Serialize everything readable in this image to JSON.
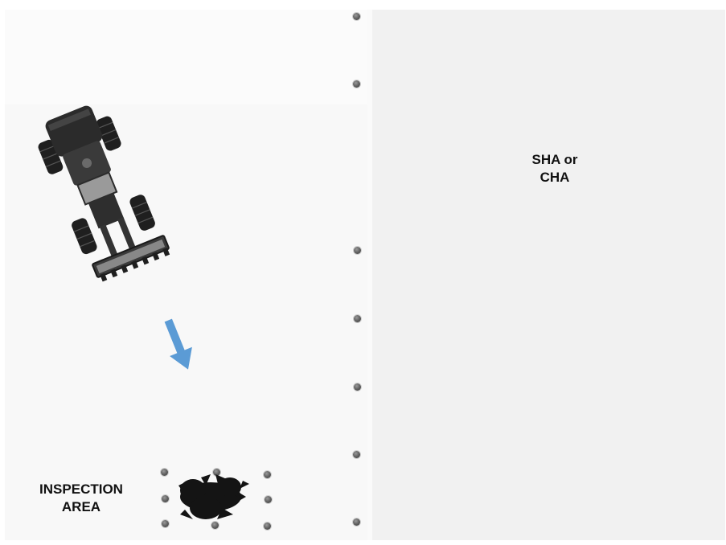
{
  "zones": {
    "right_label_line1": "SHA or",
    "right_label_line2": "CHA",
    "inspection_label_line1": "INSPECTION",
    "inspection_label_line2": "AREA"
  },
  "colors": {
    "arrow": "#5b9bd5",
    "right_zone_fill": "#f1f1f1",
    "left_zone_fill": "#f8f8f8",
    "marker": "#5c5c5c",
    "machine": "#2b2b2b",
    "debris": "#141414"
  },
  "icons": {
    "machine": "wheel-loader-icon",
    "direction": "arrow-down-icon",
    "debris": "debris-pile-icon",
    "marker": "survey-marker-icon"
  }
}
